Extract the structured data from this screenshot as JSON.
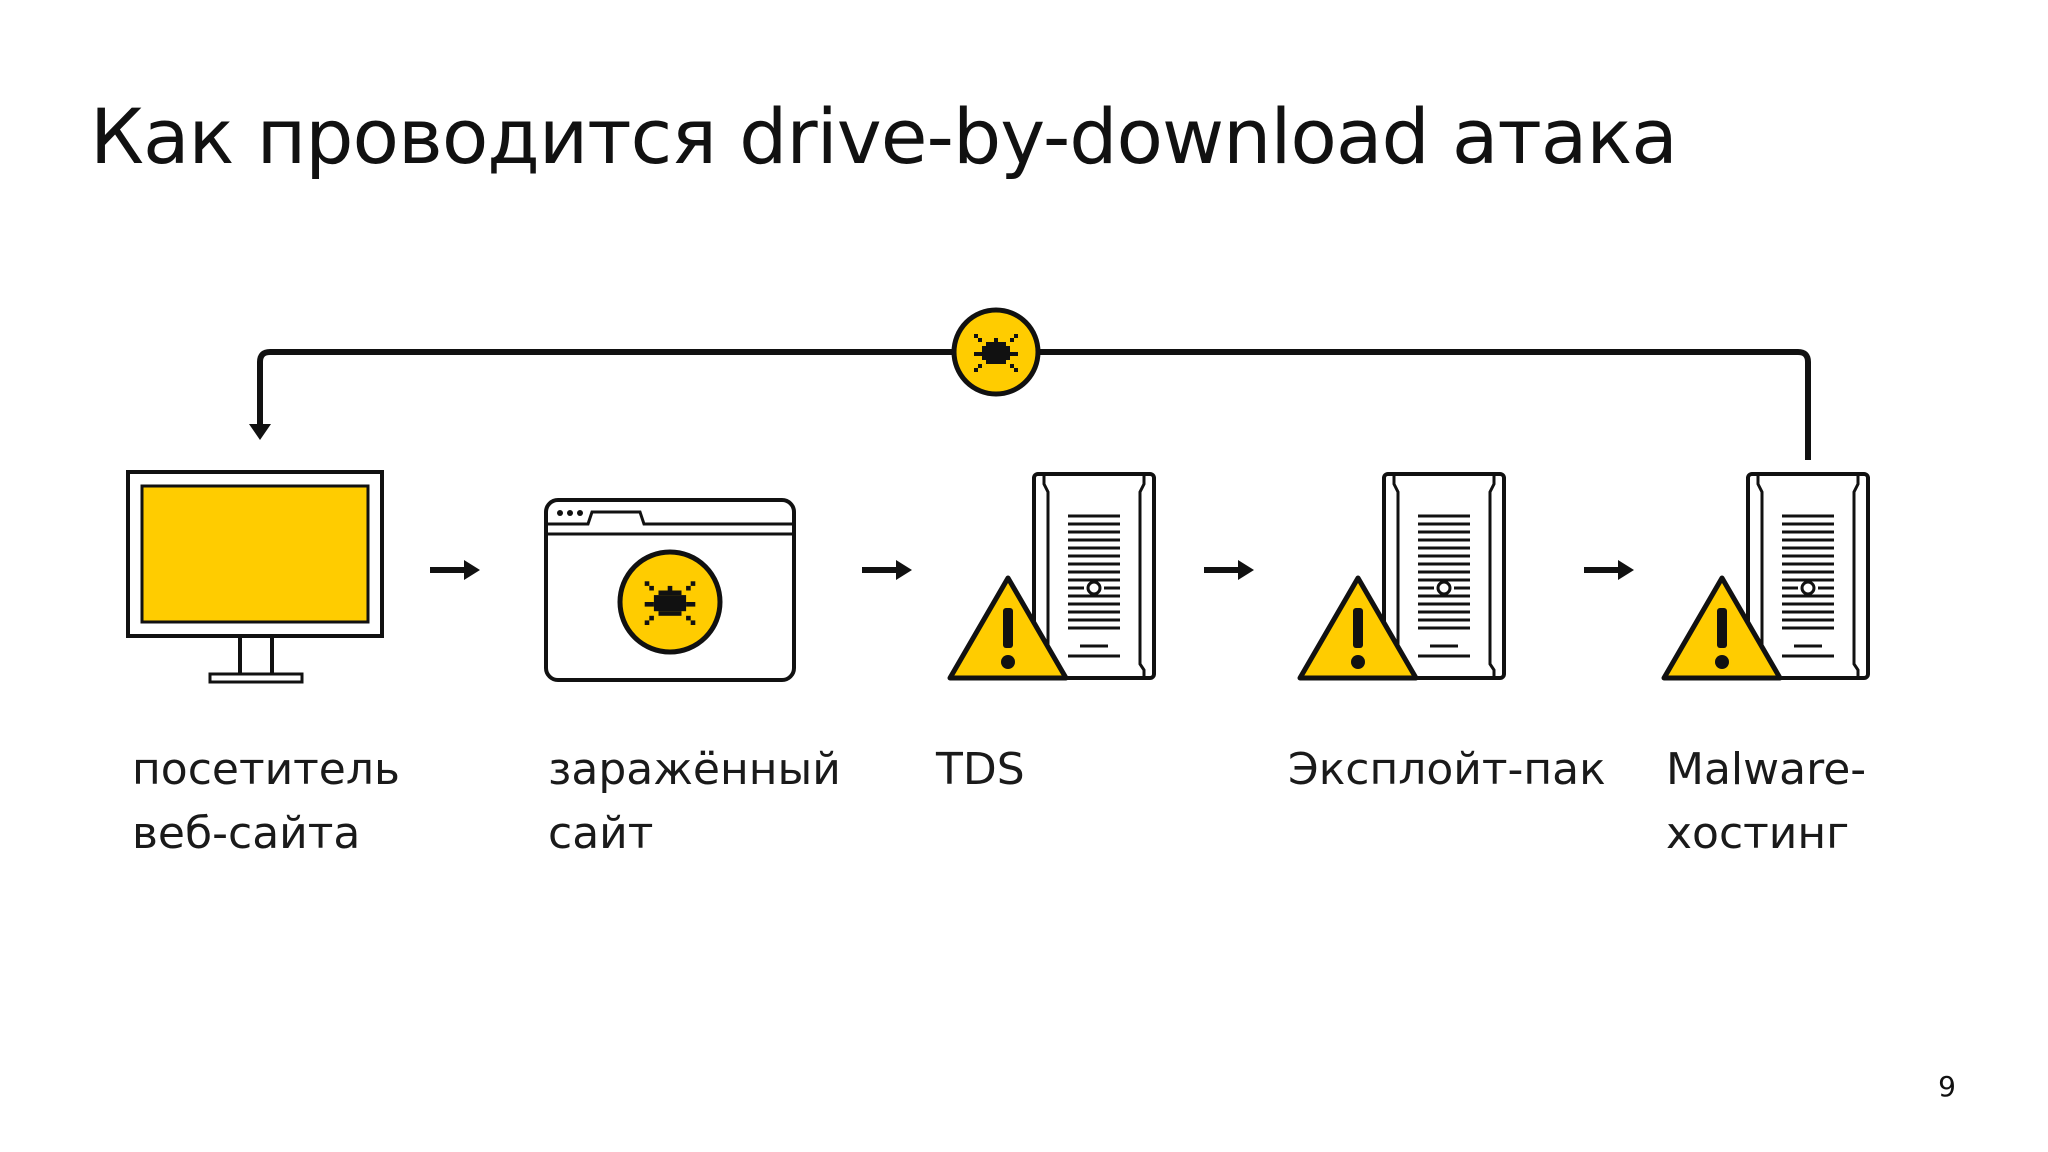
{
  "slide": {
    "title": "Как проводится drive-by-download атака",
    "page_number": "9"
  },
  "colors": {
    "accent": "#FFCC00",
    "stroke": "#111111",
    "background": "#FFFFFF"
  },
  "nodes": [
    {
      "id": "visitor",
      "icon": "monitor-icon",
      "label_lines": [
        "посетитель",
        "веб-сайта"
      ]
    },
    {
      "id": "infected-site",
      "icon": "infected-browser-icon",
      "label_lines": [
        "заражённый",
        "сайт"
      ]
    },
    {
      "id": "tds",
      "icon": "warning-server-icon",
      "label_lines": [
        "TDS"
      ]
    },
    {
      "id": "exploit-pack",
      "icon": "warning-server-icon",
      "label_lines": [
        "Эксплойт-пак"
      ]
    },
    {
      "id": "malware-hosting",
      "icon": "warning-server-icon",
      "label_lines": [
        "Malware-",
        "хостинг"
      ]
    }
  ],
  "edges": [
    {
      "from": "visitor",
      "to": "infected-site"
    },
    {
      "from": "infected-site",
      "to": "tds"
    },
    {
      "from": "tds",
      "to": "exploit-pack"
    },
    {
      "from": "exploit-pack",
      "to": "malware-hosting"
    },
    {
      "from": "malware-hosting",
      "to": "visitor",
      "icon": "bug-icon"
    }
  ]
}
